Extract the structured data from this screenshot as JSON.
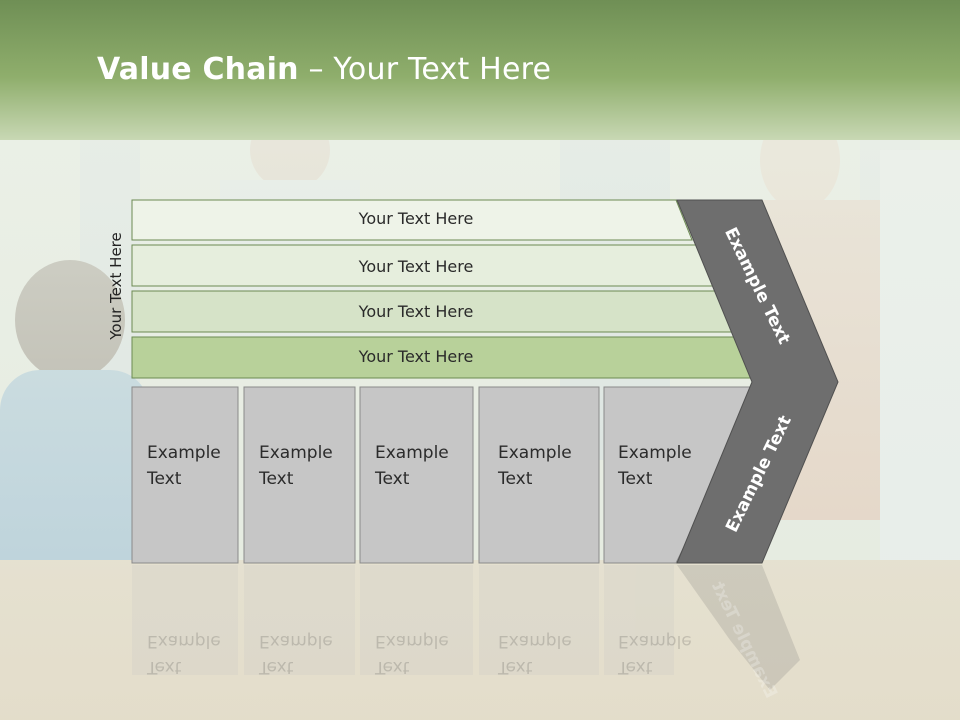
{
  "slide": {
    "title_bold": "Value Chain",
    "title_rest": " – Your Text Here"
  },
  "diagram": {
    "vertical_label": "Your Text Here",
    "bars": [
      {
        "label": "Your Text Here"
      },
      {
        "label": "Your Text Here"
      },
      {
        "label": "Your Text Here"
      },
      {
        "label": "Your Text Here"
      }
    ],
    "boxes": [
      {
        "line1": "Example",
        "line2": "Text"
      },
      {
        "line1": "Example",
        "line2": "Text"
      },
      {
        "line1": "Example",
        "line2": "Text"
      },
      {
        "line1": "Example",
        "line2": "Text"
      },
      {
        "line1": "Example",
        "line2": "Text"
      }
    ],
    "chevron_top_text": "Example Text",
    "chevron_bottom_text": "Example Text"
  },
  "colors": {
    "header_green": "#8fae6c",
    "bar_light": "#eef3e8",
    "bar_mid": "#dfe9d5",
    "bar_dark": "#b8d19a",
    "box_gray": "#c6c6c6",
    "chevron_gray": "#6e6e6e"
  }
}
